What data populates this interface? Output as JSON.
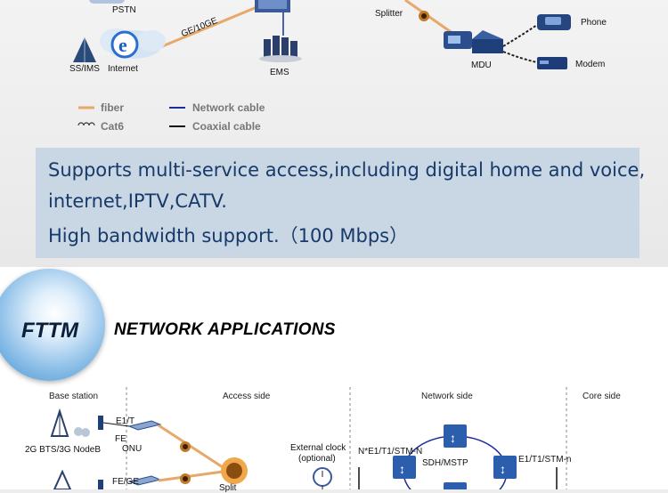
{
  "top_diagram": {
    "labels": {
      "pstn": "PSTN",
      "ss_ims": "SS/IMS",
      "internet": "Internet",
      "ge_10ge": "GE/10GE",
      "ems": "EMS",
      "splitter": "Splitter",
      "mdu": "MDU",
      "phone": "Phone",
      "modem": "Modem"
    },
    "legend": {
      "fiber": "fiber",
      "cat6": "Cat6",
      "network_cable": "Network cable",
      "coaxial_cable": "Coaxial cable"
    },
    "colors": {
      "fiber": "#e8a86a",
      "network_cable": "#1a2d9a",
      "coaxial_cable": "#111111"
    }
  },
  "info_box": {
    "line1": "Supports multi-service access,including digital home and voice,",
    "line2": "internet,IPTV,CATV.",
    "line3": "High bandwidth support.（100 Mbps）"
  },
  "section": {
    "badge": "FTTM",
    "title": "NETWORK APPLICATIONS"
  },
  "bottom_diagram": {
    "sections": {
      "base_station": "Base station",
      "access_side": "Access side",
      "network_side": "Network side",
      "core_side": "Core side"
    },
    "labels": {
      "bts": "2G BTS/3G NodeB",
      "e1t": "E1/T",
      "fe": "FE",
      "onu": "ONU",
      "fe_ge": "FE/GE",
      "split": "Split",
      "external_clock": "External clock",
      "optional": "(optional)",
      "n_e1": "N*E1/T1/STM-N",
      "sdh": "SDH/MSTP",
      "e1_stm": "E1/T1/STM-n"
    }
  }
}
